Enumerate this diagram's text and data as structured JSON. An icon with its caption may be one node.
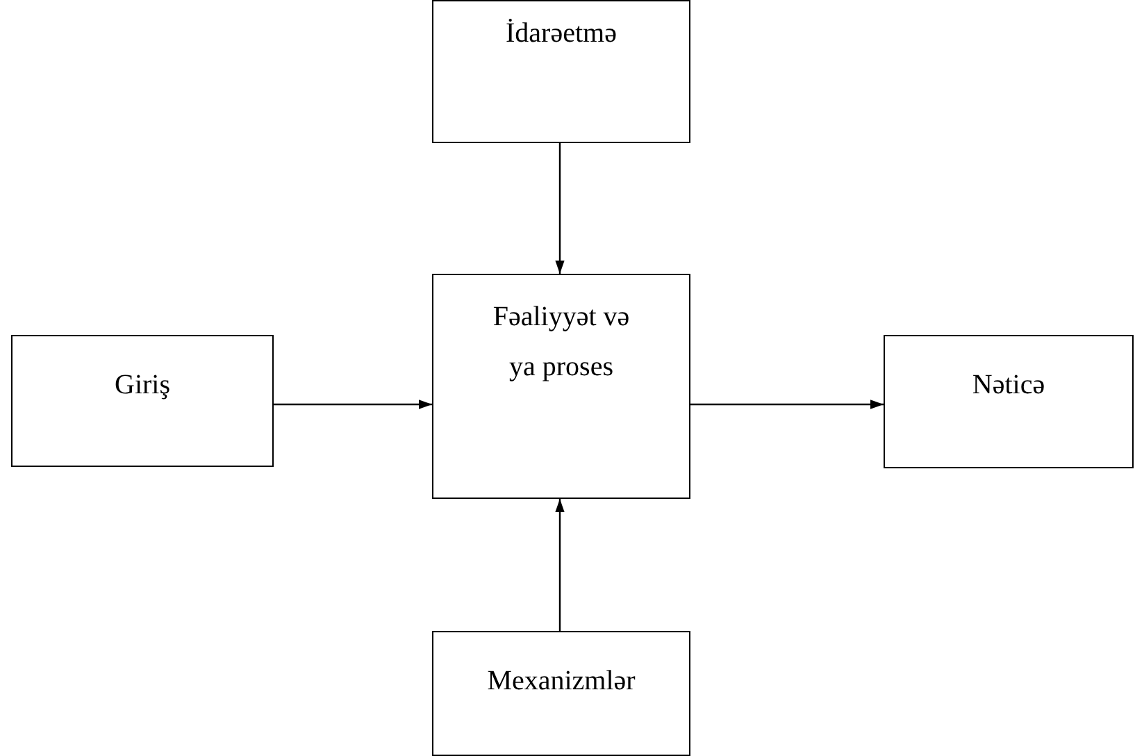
{
  "diagram": {
    "nodes": [
      {
        "text": [
          "İdarəetmə"
        ]
      },
      {
        "text": [
          "Giriş"
        ]
      },
      {
        "text": [
          "Fəaliyyət və ya proses"
        ]
      },
      {
        "text": [
          "Nəticə"
        ]
      },
      {
        "text": [
          "Mexanizmlər"
        ]
      }
    ],
    "edges": [
      {
        "from": 0,
        "to": 2,
        "arrow": "to"
      },
      {
        "from": 1,
        "to": 2,
        "arrow": "to"
      },
      {
        "from": 2,
        "to": 3,
        "arrow": "to"
      },
      {
        "from": 4,
        "to": 2,
        "arrow": "to"
      }
    ]
  }
}
